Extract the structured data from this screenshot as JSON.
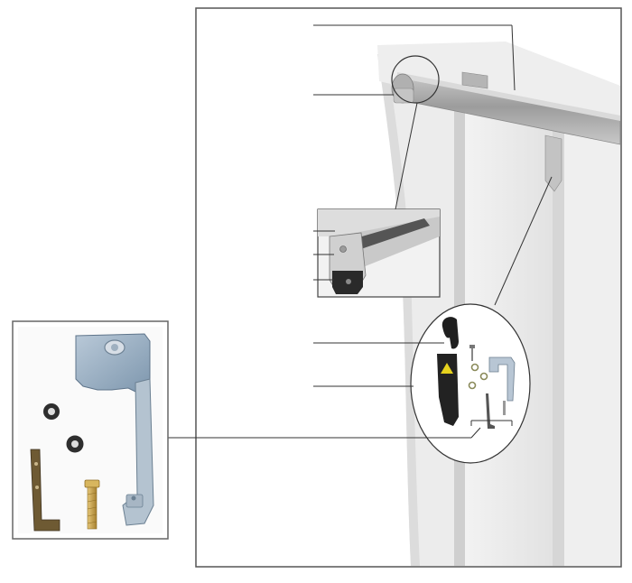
{
  "figure": {
    "type": "assembly-diagram",
    "labels": [],
    "parts": [
      "top-rail",
      "rail-end-cap",
      "upper-hinge-bracket",
      "hinge-pin-detail",
      "door-hook",
      "warning-label",
      "screw",
      "washer",
      "l-bracket",
      "allen-key",
      "mounting-bracket"
    ]
  },
  "colors": {
    "frame_line": "#555555",
    "leader_line": "#333333",
    "panel_light": "#f0f0f0",
    "panel_mid": "#d8d8d8",
    "rail": "#a9a9a9",
    "hook_dark": "#222222",
    "warning_yellow": "#e6d21e",
    "bracket_blue": "#9fb4c8",
    "brass": "#c9a44a",
    "rust": "#6e5a33"
  }
}
